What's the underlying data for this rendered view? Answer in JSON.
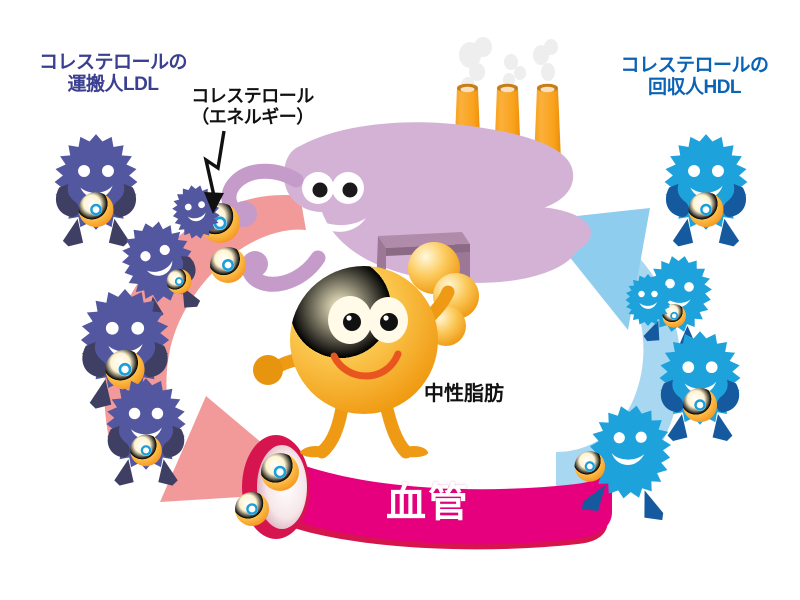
{
  "diagram": {
    "title_concept": "cholesterol-transport-cycle",
    "labels": {
      "ldl": "コレステロールの\n運搬人LDL",
      "cholesterol": "コレステロール\n（エネルギー）",
      "hdl": "コレステロールの\n回収人HDL",
      "triglyceride": "中性脂肪",
      "blood_vessel": "血管"
    },
    "colors": {
      "ldl_body": "#5257a0",
      "ldl_limb": "#3f3f63",
      "hdl_body": "#1ea2dc",
      "hdl_limb": "#15599f",
      "liver_body": "#d3b2d6",
      "liver_arm": "#c59cc9",
      "bench": "#9d7896",
      "smokestack": "#f6a42a",
      "smoke": "#efefef",
      "vessel": "#e6007e",
      "vessel_rim": "#d6154f",
      "pink_path": "#f29a9a",
      "blue_path": "#9fd3f0",
      "cholesterol_particle": "#f9a11b",
      "cholesterol_core": "#1b9fd8",
      "trig_body": "#f9b233",
      "trig_mouth": "#e8551f",
      "label_ldl_text": "#3b3f8f",
      "label_hdl_text": "#0a63b5",
      "label_dark_text": "#111111",
      "background": "#ffffff"
    },
    "elements": {
      "liver": "liver-character",
      "smokestacks": 3,
      "triglyceride_character": "triglyceride-character",
      "ldl_characters": 5,
      "hdl_characters": 5,
      "cholesterol_particles_on_path": 4,
      "cholesterol_particles_in_vessel": 2,
      "arrow_to_vessel": "pink-arrowhead-down-right",
      "arrow_to_liver": "blue-arrowhead-up-left",
      "pointer_arrow": "black-pointer-arrow"
    }
  }
}
